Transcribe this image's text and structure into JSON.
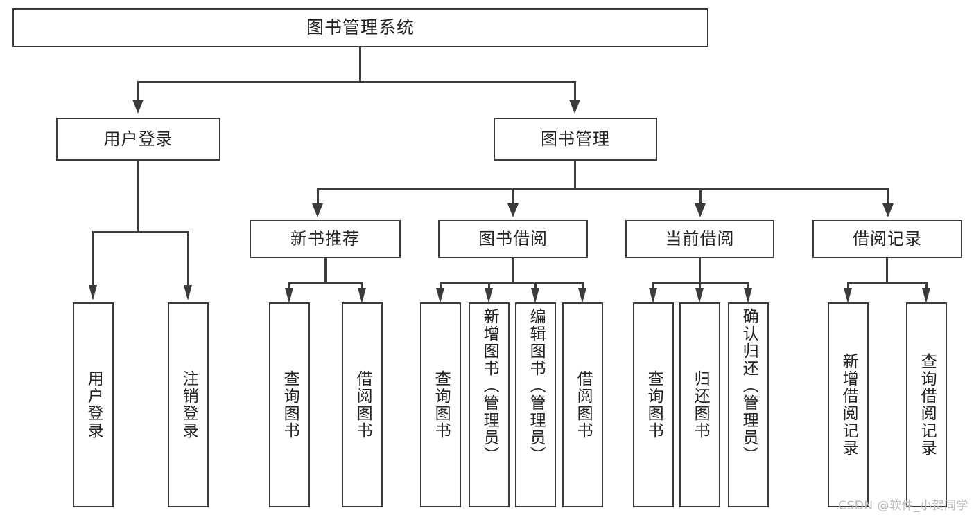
{
  "diagram": {
    "type": "tree-hierarchy-diagram",
    "title": "图书管理系统",
    "watermark": "CSDN @软件_小贺同学",
    "colors": {
      "stroke": "#3b3b3b",
      "fill": "#ffffff",
      "text": "#222222",
      "watermark": "#b9b9b9"
    },
    "root": {
      "label": "图书管理系统"
    },
    "level2": [
      {
        "id": "user-login",
        "label": "用户登录"
      },
      {
        "id": "book-manage",
        "label": "图书管理"
      }
    ],
    "level3": [
      {
        "id": "new-book-recommend",
        "label": "新书推荐"
      },
      {
        "id": "book-borrow",
        "label": "图书借阅"
      },
      {
        "id": "current-borrow",
        "label": "当前借阅"
      },
      {
        "id": "borrow-record",
        "label": "借阅记录"
      }
    ],
    "leaves": {
      "user_login": [
        {
          "id": "leaf-user-login",
          "label": "用户登录"
        },
        {
          "id": "leaf-logout-login",
          "label": "注销登录"
        }
      ],
      "new_book_recommend": [
        {
          "id": "leaf-query-book-1",
          "label": "查询图书"
        },
        {
          "id": "leaf-borrow-book-1",
          "label": "借阅图书"
        }
      ],
      "book_borrow": [
        {
          "id": "leaf-query-book-2",
          "label": "查询图书"
        },
        {
          "id": "leaf-add-book-admin",
          "label": "新增图书（管理员）"
        },
        {
          "id": "leaf-edit-book-admin",
          "label": "编辑图书（管理员）"
        },
        {
          "id": "leaf-borrow-book-2",
          "label": "借阅图书"
        }
      ],
      "current_borrow": [
        {
          "id": "leaf-query-book-3",
          "label": "查询图书"
        },
        {
          "id": "leaf-return-book",
          "label": "归还图书"
        },
        {
          "id": "leaf-confirm-return-admin",
          "label": "确认归还（管理员）"
        }
      ],
      "borrow_record": [
        {
          "id": "leaf-add-borrow-record",
          "label": "新增借阅记录"
        },
        {
          "id": "leaf-query-borrow-record",
          "label": "查询借阅记录"
        }
      ]
    }
  }
}
